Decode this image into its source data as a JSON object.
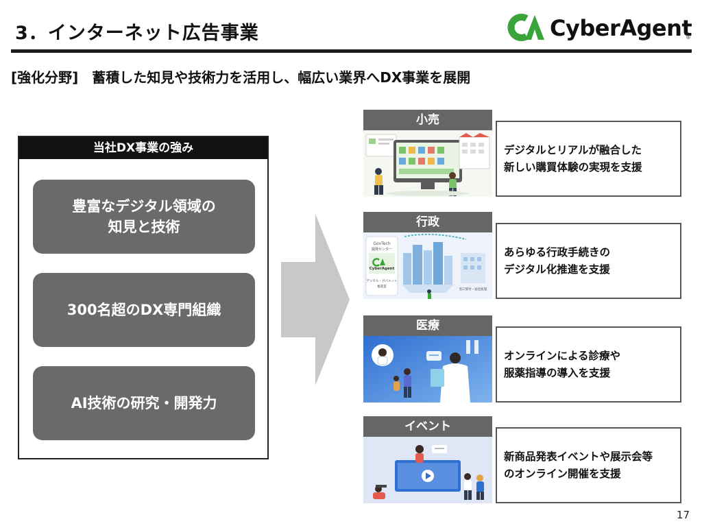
{
  "header": {
    "title": "3．インターネット広告事業",
    "logo_mark": "CA",
    "logo_text": "CyberAgent",
    "logo_reg": "®",
    "subtitle": "[強化分野]　蓄積した知見や技術力を活用し、幅広い業界へDX事業を展開"
  },
  "strengths": {
    "heading": "当社DX事業の強み",
    "items": [
      "豊富なデジタル領域の\n知見と技術",
      "300名超のDX専門組織",
      "AI技術の研究・開発力"
    ]
  },
  "categories": [
    {
      "tab": "小売",
      "description": "デジタルとリアルが融合した\n新しい購買体験の実現を支援"
    },
    {
      "tab": "行政",
      "description": "あらゆる行政手続きの\nデジタル化推進を支援",
      "image_text": {
        "line1": "GovTech",
        "line2": "開発センター",
        "logo": "CyberAgent",
        "caption1": "デジタル・ガバメント",
        "caption2": "推進室",
        "tag": "窓口受付・届出処理"
      }
    },
    {
      "tab": "医療",
      "description": "オンラインによる診療や\n服薬指導の導入を支援"
    },
    {
      "tab": "イベント",
      "description": "新商品発表イベントや展示会等\nのオンライン開催を支援"
    }
  ],
  "page_number": "17",
  "colors": {
    "brand_green": "#3aa33a",
    "tab_gray": "#666666",
    "strength_gray": "#6a6a6a",
    "arrow_gray": "#c8c8c8"
  }
}
